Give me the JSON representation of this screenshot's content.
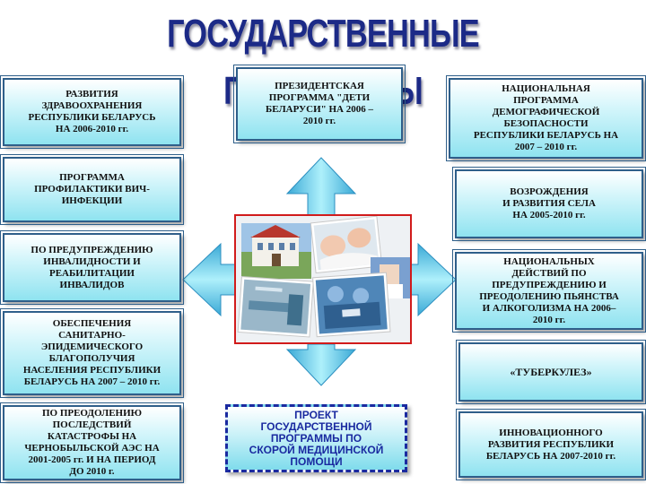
{
  "title": "ГОСУДАРСТВЕННЫЕ ПРОГРАММЫ",
  "center": {
    "top_box": "ПРЕЗИДЕНТСКАЯ\nПРОГРАММА \"ДЕТИ\nБЕЛАРУСИ\" НА 2006 –\n2010 гг.",
    "bottom_box": "ПРОЕКТ\nГОСУДАРСТВЕННОЙ\nПРОГРАММЫ ПО\nСКОРОЙ МЕДИЦИНСКОЙ\nПОМОЩИ"
  },
  "left_boxes": [
    "РАЗВИТИЯ\nЗДРАВООХРАНЕНИЯ\nРЕСПУБЛИКИ БЕЛАРУСЬ\nНА 2006-2010 гг.",
    "ПРОГРАММА\nПРОФИЛАКТИКИ ВИЧ-\nИНФЕКЦИИ",
    "ПО ПРЕДУПРЕЖДЕНИЮ\nИНВАЛИДНОСТИ И\nРЕАБИЛИТАЦИИ\nИНВАЛИДОВ",
    "ОБЕСПЕЧЕНИЯ\nСАНИТАРНО-\nЭПИДЕМИЧЕСКОГО\nБЛАГОПОЛУЧИЯ\nНАСЕЛЕНИЯ РЕСПУБЛИКИ\nБЕЛАРУСЬ НА 2007 – 2010 гг.",
    "ПО ПРЕОДОЛЕНИЮ\nПОСЛЕДСТВИЙ\nКАТАСТРОФЫ НА\nЧЕРНОБЫЛЬСКОЙ АЭС НА\n2001-2005 гг. И НА ПЕРИОД\nДО 2010 г."
  ],
  "right_boxes": [
    "НАЦИОНАЛЬНАЯ\nПРОГРАММА\nДЕМОГРАФИЧЕСКОЙ\nБЕЗОПАСНОСТИ\nРЕСПУБЛИКИ БЕЛАРУСЬ НА\n2007 – 2010 гг.",
    "ВОЗРОЖДЕНИЯ\nИ РАЗВИТИЯ СЕЛА\nНА 2005-2010 гг.",
    "НАЦИОНАЛЬНЫХ\nДЕЙСТВИЙ ПО\nПРЕДУПРЕЖДЕНИЮ И\nПРЕОДОЛЕНИЮ ПЬЯНСТВА\nИ АЛКОГОЛИЗМА НА 2006–\n2010 гг.",
    "«ТУБЕРКУЛЕЗ»",
    "ИННОВАЦИОННОГО\nРАЗВИТИЯ РЕСПУБЛИКИ\nБЕЛАРУСЬ НА 2007-2010 гг."
  ],
  "colors": {
    "title": "#1c2a87",
    "box_border": "#2f5f8a",
    "box_fill_light": "#d6f6fb",
    "box_fill_dark": "#8fe3f0",
    "arrow_fill": "#5fc7e6",
    "photo_border": "#d11b1b",
    "dashed_border": "#1a2aa0"
  }
}
